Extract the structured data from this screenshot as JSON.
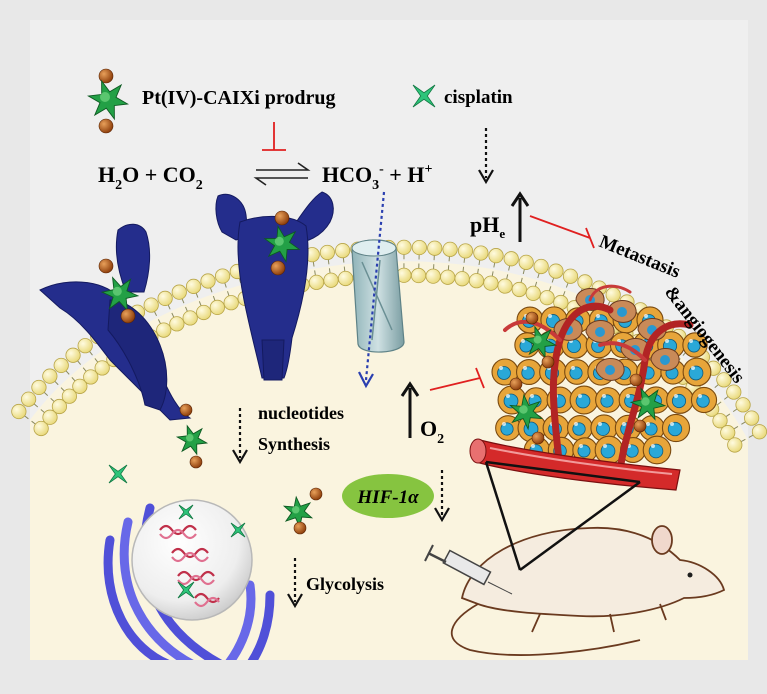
{
  "legend": {
    "prodrug_label": "Pt(IV)-CAIXi prodrug",
    "cisplatin_label": "cisplatin"
  },
  "reaction": {
    "left_h": "H",
    "left_h_sub": "2",
    "left_o": "O + CO",
    "left_co_sub": "2",
    "right_hco": "HCO",
    "right_sub": "3",
    "right_sup": "-",
    "right_plus": " + H",
    "right_plus_sup": "+"
  },
  "labels": {
    "ph": "pH",
    "ph_sub": "e",
    "metastasis": "Metastasis",
    "angiogenesis": "&angiogenesis",
    "nucleotides": "nucleotides",
    "synthesis": "Synthesis",
    "o2": "O",
    "o2_sub": "2",
    "hif": "HIF-1α",
    "glycolysis": "Glycolysis"
  },
  "colors": {
    "background": "#e8e8e8",
    "cytoplasm": "#faf4df",
    "lipid_head": "#f8efaa",
    "enzyme": "#242d8c",
    "star": "#23a046",
    "ball": "#c4621a",
    "inhibit": "#e02020",
    "hif": "#86c440",
    "vessel": "#d42a2a"
  }
}
